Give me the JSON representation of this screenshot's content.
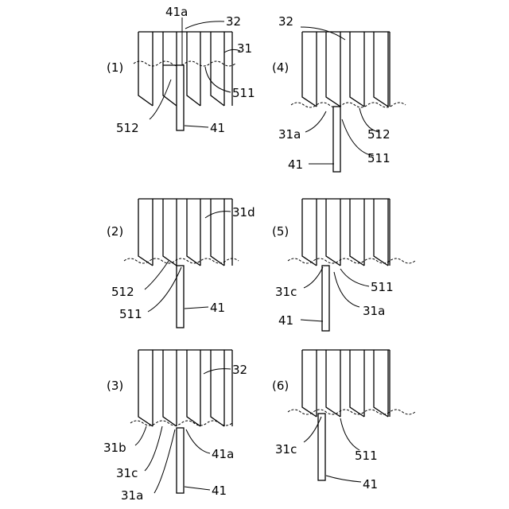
{
  "labels": {
    "p1": "(1)",
    "p2": "(2)",
    "p3": "(3)",
    "p4": "(4)",
    "p5": "(5)",
    "p6": "(6)",
    "l41a": "41a",
    "l32": "32",
    "l31": "31",
    "l511": "511",
    "l512": "512",
    "l41": "41",
    "l31d": "31d",
    "l31a": "31a",
    "l31b": "31b",
    "l31c": "31c"
  }
}
